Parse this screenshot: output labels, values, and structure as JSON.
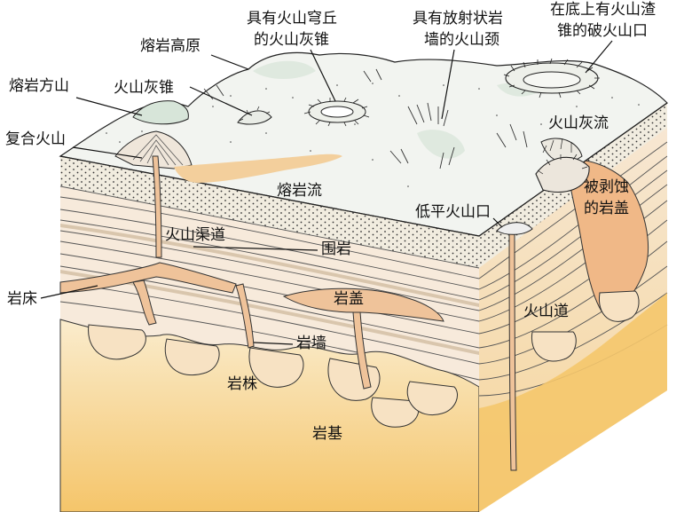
{
  "labels": {
    "lava_plateau": "熔岩高原",
    "volcanic_dome_cone_l1": "具有火山穹丘",
    "volcanic_dome_cone_l2": "的火山灰锥",
    "radial_dikes_neck_l1": "具有放射状岩",
    "radial_dikes_neck_l2": "墙的火山颈",
    "cinder_cone_crater_l1": "在底上有火山渣",
    "cinder_cone_crater_l2": "锥的破火山口",
    "lava_mesa": "熔岩方山",
    "ash_cone": "火山灰锥",
    "composite_volcano": "复合火山",
    "ash_flow": "火山灰流",
    "lava_flow": "熔岩流",
    "eroded_laccolith_l1": "被剥蚀",
    "eroded_laccolith_l2": "的岩盖",
    "maar": "低平火山口",
    "volcanic_conduit": "火山渠道",
    "country_rock": "围岩",
    "sill": "岩床",
    "laccolith": "岩盖",
    "volcanic_pipe": "火山道",
    "dike": "岩墙",
    "stock": "岩株",
    "batholith": "岩基"
  },
  "colors": {
    "surface": "#f1f3ef",
    "sediment": "#f7eadb",
    "sediment_dark": "#eddcc6",
    "magma": "#f0c49a",
    "magma_dark": "#e9a878",
    "batholith_top": "#f9ebc4",
    "batholith_bottom": "#f6c96e",
    "outline": "#222222",
    "vegetation": "#dde8dd"
  }
}
